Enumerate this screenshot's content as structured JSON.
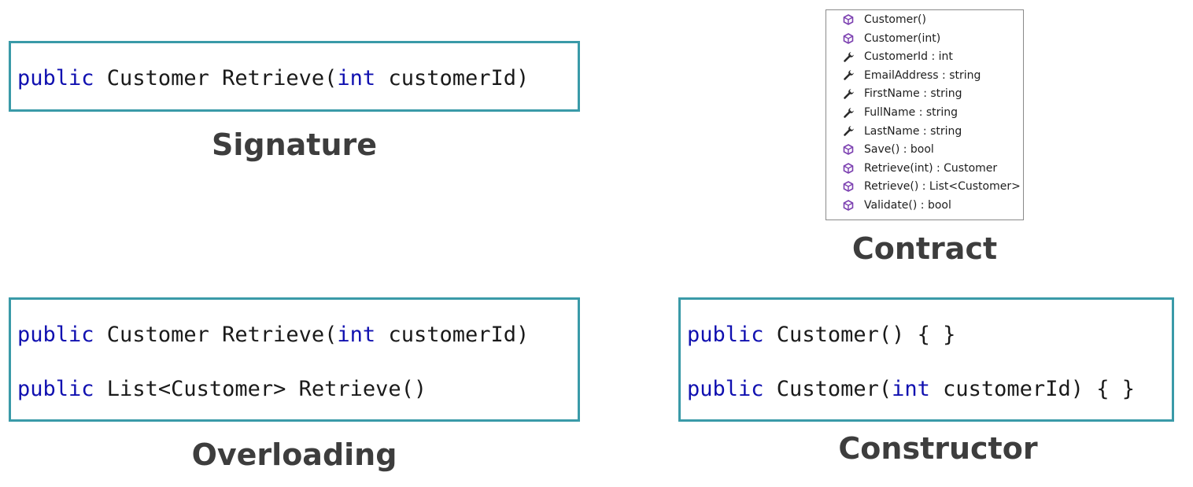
{
  "signature": {
    "line": {
      "kw1": "public",
      "t1": " Customer Retrieve(",
      "kw2": "int",
      "t2": " customerId)"
    },
    "caption": "Signature"
  },
  "contract": {
    "members": [
      {
        "label": "Customer()",
        "icon": "method-cube-icon"
      },
      {
        "label": "Customer(int)",
        "icon": "method-cube-icon"
      },
      {
        "label": "CustomerId : int",
        "icon": "property-wrench-icon"
      },
      {
        "label": "EmailAddress : string",
        "icon": "property-wrench-icon"
      },
      {
        "label": "FirstName : string",
        "icon": "property-wrench-icon"
      },
      {
        "label": "FullName : string",
        "icon": "property-wrench-icon"
      },
      {
        "label": "LastName : string",
        "icon": "property-wrench-icon"
      },
      {
        "label": "Save() : bool",
        "icon": "method-cube-icon"
      },
      {
        "label": "Retrieve(int) : Customer",
        "icon": "method-cube-icon"
      },
      {
        "label": "Retrieve() : List<Customer>",
        "icon": "method-cube-icon"
      },
      {
        "label": "Validate() : bool",
        "icon": "method-cube-icon"
      }
    ],
    "caption": "Contract",
    "icon_colors": {
      "method": "#7b3fb0",
      "property": "#2a2a2a"
    }
  },
  "overloading": {
    "line1": {
      "kw1": "public",
      "t1": " Customer Retrieve(",
      "kw2": "int",
      "t2": " customerId)"
    },
    "line2": {
      "kw1": "public",
      "t1": " List<Customer> Retrieve()"
    },
    "caption": "Overloading"
  },
  "constructor": {
    "line1": {
      "kw1": "public",
      "t1": " Customer() { }"
    },
    "line2": {
      "kw1": "public",
      "t1": " Customer(",
      "kw2": "int",
      "t2": " customerId) { }"
    },
    "caption": "Constructor"
  },
  "colors": {
    "box_border": "#3a9aa8",
    "keyword": "#1010b0",
    "caption": "#3d3d3d"
  }
}
